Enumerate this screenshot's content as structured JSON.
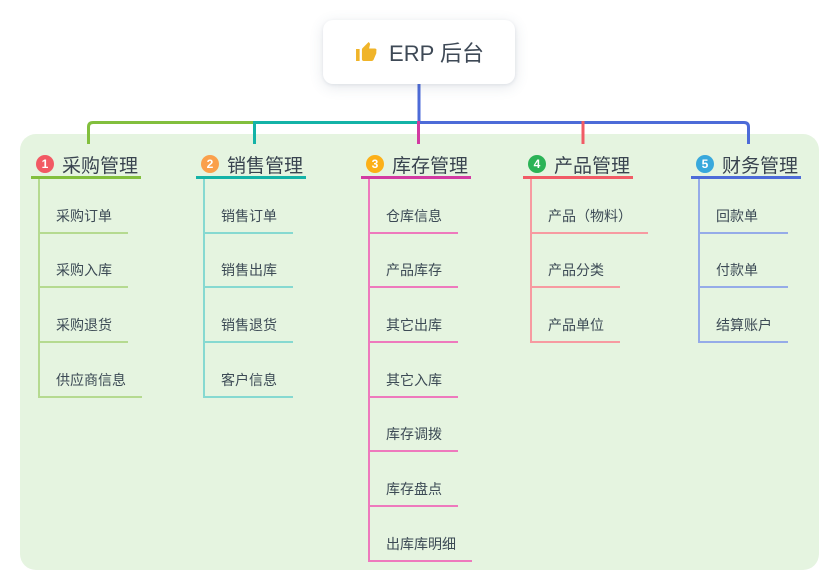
{
  "root": {
    "label": "ERP 后台",
    "icon": "thumbs-up-icon",
    "icon_color": "#f0b429",
    "line_color": "#4d6bd8"
  },
  "board_color": "#e5f4e0",
  "branches": [
    {
      "number": "1",
      "label": "采购管理",
      "color": "#82bf3d",
      "light_color": "#b5da90",
      "badge_color": "#f25964",
      "children": [
        "采购订单",
        "采购入库",
        "采购退货",
        "供应商信息"
      ]
    },
    {
      "number": "2",
      "label": "销售管理",
      "color": "#14b3a7",
      "light_color": "#86d9d1",
      "badge_color": "#faa04b",
      "children": [
        "销售订单",
        "销售出库",
        "销售退货",
        "客户信息"
      ]
    },
    {
      "number": "3",
      "label": "库存管理",
      "color": "#d23aa2",
      "light_color": "#ee79bd",
      "badge_color": "#fcb018",
      "children": [
        "仓库信息",
        "产品库存",
        "其它出库",
        "其它入库",
        "库存调拨",
        "库存盘点",
        "出库库明细"
      ]
    },
    {
      "number": "4",
      "label": "产品管理",
      "color": "#f15b66",
      "light_color": "#f79aa1",
      "badge_color": "#2bb356",
      "children": [
        "产品（物料）",
        "产品分类",
        "产品单位"
      ]
    },
    {
      "number": "5",
      "label": "财务管理",
      "color": "#4d6bd8",
      "light_color": "#95abe8",
      "badge_color": "#38a8dc",
      "children": [
        "回款单",
        "付款单",
        "结算账户"
      ]
    }
  ]
}
